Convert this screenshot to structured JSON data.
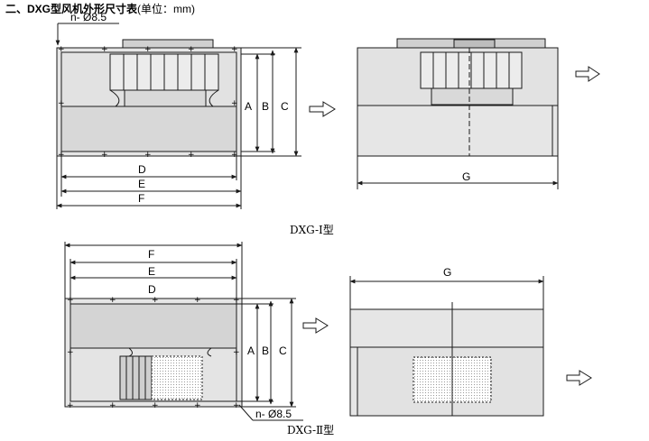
{
  "title": {
    "main": "二、DXG型风机外形尺寸表",
    "unit": "(单位：mm)"
  },
  "views": {
    "type1_caption": "DXG-Ⅰ型",
    "type2_caption": "DXG-Ⅱ型",
    "hole_note": "n- Ø8.5"
  },
  "dimensions": {
    "a": "A",
    "b": "B",
    "c": "C",
    "d": "D",
    "e": "E",
    "f": "F",
    "g": "G"
  },
  "icons": {
    "arrow": "hollow-right-arrow",
    "bolt": "+"
  },
  "colors": {
    "paper": "#ffffff",
    "casing": "#e6e6e6",
    "panel": "#d4d4d4",
    "line": "#1a1a1a"
  }
}
